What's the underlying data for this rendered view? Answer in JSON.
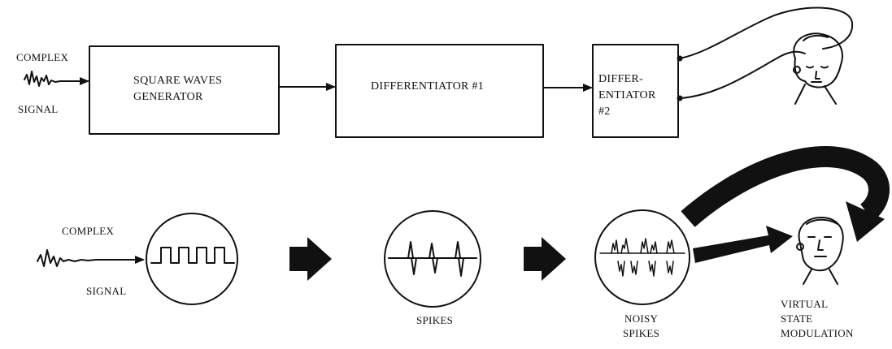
{
  "top_row": {
    "input_label_line1": "COMPLEX",
    "input_label_line2": "SIGNAL",
    "box1_line1": "SQUARE WAVES",
    "box1_line2": "GENERATOR",
    "box2_label": "DIFFERENTIATOR #1",
    "box3_line1": "DIFFER-",
    "box3_line2": "ENTIATOR",
    "box3_line3": "#2"
  },
  "bottom_row": {
    "input_label_line1": "COMPLEX",
    "input_label_line2": "SIGNAL",
    "spikes_label": "SPIKES",
    "noisy_spikes_line1": "NOISY",
    "noisy_spikes_line2": "SPIKES",
    "virtual_line1": "VIRTUAL",
    "virtual_line2": "STATE",
    "virtual_line3": "MODULATION"
  },
  "icons": [
    "noisy-signal-icon",
    "arrow-icon",
    "head-icon",
    "square-wave-scope-icon",
    "spikes-scope-icon",
    "noisy-spikes-scope-icon",
    "curved-arrow-icon"
  ],
  "colors": {
    "ink": "#111111",
    "background": "#ffffff"
  }
}
